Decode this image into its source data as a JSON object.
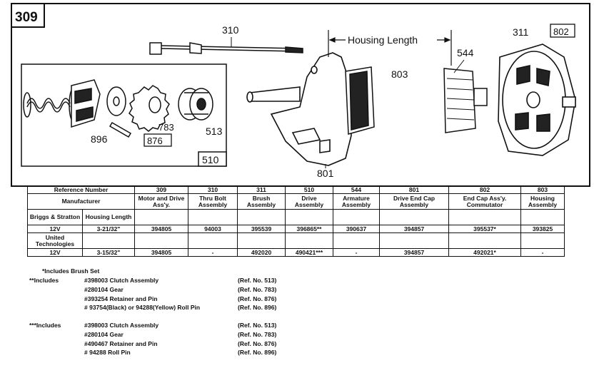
{
  "figure": {
    "page_label": "309",
    "callouts": {
      "c310": "310",
      "c311": "311",
      "c802": "802",
      "c544": "544",
      "c803": "803",
      "c801": "801",
      "c510": "510",
      "c896": "896",
      "c876": "876",
      "c783": "783",
      "c513": "513"
    },
    "housing_length_label": "Housing Length"
  },
  "table": {
    "ref_number_label": "Reference Number",
    "manufacturer_label": "Manufacturer",
    "briggs_label": "Briggs & Stratton",
    "housing_length_header": "Housing Length",
    "united_label": "United Technologies",
    "columns": [
      {
        "ref": "309",
        "desc": "Motor and Drive Ass'y."
      },
      {
        "ref": "310",
        "desc": "Thru Bolt Assembly"
      },
      {
        "ref": "311",
        "desc": "Brush Assembly"
      },
      {
        "ref": "510",
        "desc": "Drive Assembly"
      },
      {
        "ref": "544",
        "desc": "Armature Assembly"
      },
      {
        "ref": "801",
        "desc": "Drive End Cap Assembly"
      },
      {
        "ref": "802",
        "desc": "End Cap Ass'y. Commutator"
      },
      {
        "ref": "803",
        "desc": "Housing Assembly"
      }
    ],
    "rows": [
      {
        "voltage": "12V",
        "length": "3-21/32\"",
        "values": [
          "394805",
          "94003",
          "395539",
          "396865**",
          "390637",
          "394857",
          "395537*",
          "393825"
        ]
      },
      {
        "voltage": "12V",
        "length": "3-15/32\"",
        "values": [
          "394805",
          "-",
          "492020",
          "490421***",
          "-",
          "394857",
          "492021*",
          "-"
        ]
      }
    ]
  },
  "notes": {
    "footnote": "*Includes Brush Set",
    "group1_label": "**Includes",
    "group1": [
      {
        "part": "#398003 Clutch Assembly",
        "ref": "(Ref. No. 513)"
      },
      {
        "part": "#280104 Gear",
        "ref": "(Ref. No. 783)"
      },
      {
        "part": "#393254 Retainer and Pin",
        "ref": "(Ref. No. 876)"
      },
      {
        "part": "# 93754(Black) or 94288(Yellow) Roll Pin",
        "ref": "(Ref. No. 896)"
      }
    ],
    "group2_label": "***Includes",
    "group2": [
      {
        "part": "#398003 Clutch Assembly",
        "ref": "(Ref. No. 513)"
      },
      {
        "part": "#280104 Gear",
        "ref": "(Ref. No. 783)"
      },
      {
        "part": "#490467 Retainer and Pin",
        "ref": "(Ref. No. 876)"
      },
      {
        "part": "# 94288 Roll Pin",
        "ref": "(Ref. No. 896)"
      }
    ]
  }
}
